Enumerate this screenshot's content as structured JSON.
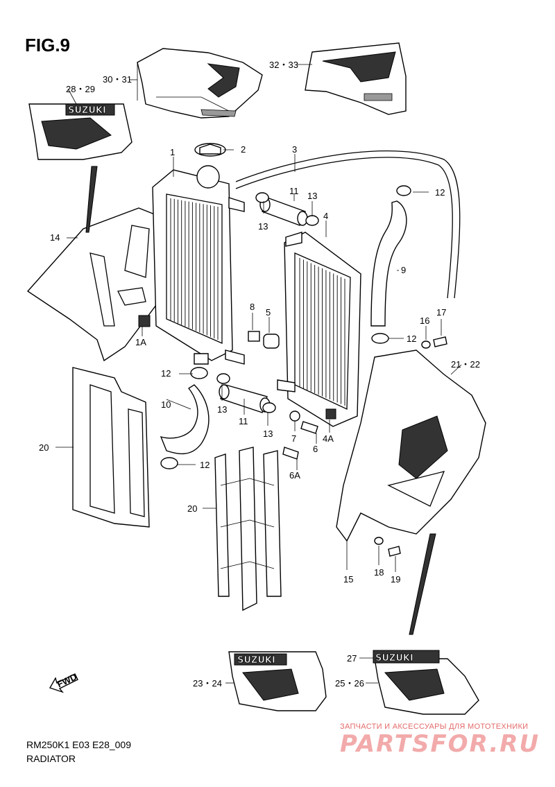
{
  "figure": {
    "title": "FIG.9",
    "model_code": "RM250K1 E03 E28_009",
    "section_name": "RADIATOR"
  },
  "watermark": {
    "tagline": "ЗАПЧАСТИ И АКСЕССУАРЫ ДЛЯ МОТОТЕХНИКИ",
    "brand": "PARTSFOR.RU"
  },
  "decals": {
    "brand_text": "SUZUKI",
    "fwd_label": "FWD"
  },
  "callouts": [
    {
      "id": "1",
      "label": "1"
    },
    {
      "id": "1A",
      "label": "1A"
    },
    {
      "id": "2",
      "label": "2"
    },
    {
      "id": "3",
      "label": "3"
    },
    {
      "id": "4",
      "label": "4"
    },
    {
      "id": "4A",
      "label": "4A"
    },
    {
      "id": "5",
      "label": "5"
    },
    {
      "id": "6",
      "label": "6"
    },
    {
      "id": "6A",
      "label": "6A"
    },
    {
      "id": "7",
      "label": "7"
    },
    {
      "id": "8",
      "label": "8"
    },
    {
      "id": "9",
      "label": "9"
    },
    {
      "id": "10",
      "label": "10"
    },
    {
      "id": "11a",
      "label": "11"
    },
    {
      "id": "11b",
      "label": "11"
    },
    {
      "id": "12a",
      "label": "12"
    },
    {
      "id": "12b",
      "label": "12"
    },
    {
      "id": "12c",
      "label": "12"
    },
    {
      "id": "12d",
      "label": "12"
    },
    {
      "id": "13a",
      "label": "13"
    },
    {
      "id": "13b",
      "label": "13"
    },
    {
      "id": "13c",
      "label": "13"
    },
    {
      "id": "13d",
      "label": "13"
    },
    {
      "id": "14",
      "label": "14"
    },
    {
      "id": "15",
      "label": "15"
    },
    {
      "id": "16",
      "label": "16"
    },
    {
      "id": "17",
      "label": "17"
    },
    {
      "id": "18",
      "label": "18"
    },
    {
      "id": "19",
      "label": "19"
    },
    {
      "id": "20a",
      "label": "20"
    },
    {
      "id": "20b",
      "label": "20"
    },
    {
      "id": "21-22",
      "label": "21・22"
    },
    {
      "id": "23-24",
      "label": "23・24"
    },
    {
      "id": "25-26",
      "label": "25・26"
    },
    {
      "id": "27",
      "label": "27"
    },
    {
      "id": "28-29",
      "label": "28・29"
    },
    {
      "id": "30-31",
      "label": "30・31"
    },
    {
      "id": "32-33",
      "label": "32・33"
    }
  ]
}
